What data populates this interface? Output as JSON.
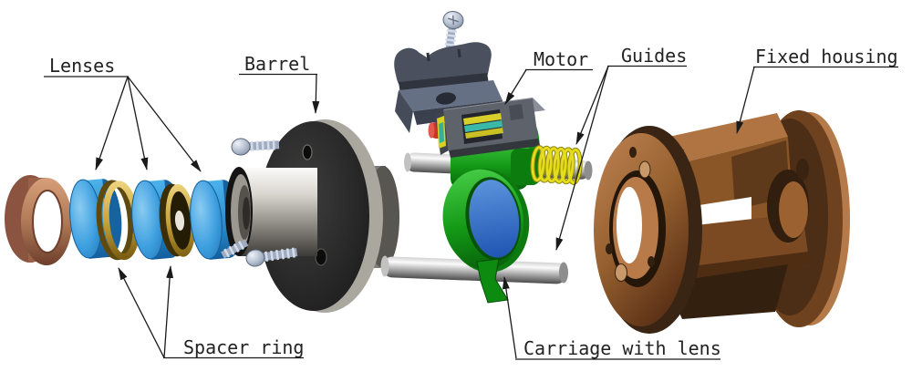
{
  "figure": {
    "type": "exploded-assembly-diagram",
    "background": "#ffffff",
    "line_color": "#1a1a1a",
    "labels": {
      "lenses": "Lenses",
      "barrel": "Barrel",
      "motor": "Motor",
      "guides": "Guides",
      "fixed_housing": "Fixed housing",
      "spacer_ring": "Spacer ring",
      "carriage_with_lens": "Carriage with lens"
    },
    "parts": [
      {
        "name": "copper-ring",
        "count": 1,
        "color": "#9c6043"
      },
      {
        "name": "lens",
        "count": 3,
        "color": "#2e93d8"
      },
      {
        "name": "spacer-ring",
        "count": 2,
        "color": "#c8a23c"
      },
      {
        "name": "barrel",
        "count": 1,
        "color": "#262626"
      },
      {
        "name": "screw",
        "count": 4,
        "color": "#a8b4c6"
      },
      {
        "name": "motor-clamp",
        "count": 1,
        "color": "#4a505e"
      },
      {
        "name": "motor",
        "count": 1,
        "color": "#5d626b",
        "shaft_color": "#cf3327",
        "coil_colors": [
          "#d9cf2a",
          "#3ab8a8"
        ]
      },
      {
        "name": "guide-rod",
        "count": 2,
        "color": "#b9b9b9"
      },
      {
        "name": "spring",
        "count": 1,
        "color": "#e6dc1e"
      },
      {
        "name": "carriage-with-lens",
        "count": 1,
        "color": "#149a16",
        "lens_color": "#3a70c8"
      },
      {
        "name": "fixed-housing",
        "count": 1,
        "color": "#8a5527"
      }
    ]
  }
}
